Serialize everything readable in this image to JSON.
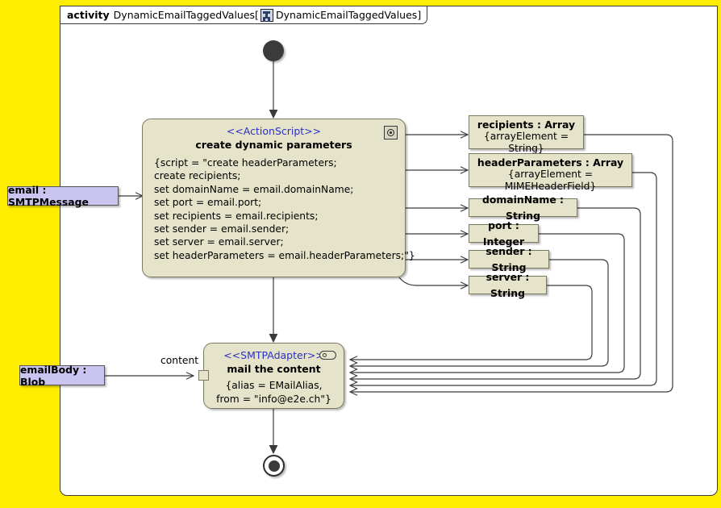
{
  "frame": {
    "keyword": "activity",
    "name": "DynamicEmailTaggedValues",
    "bracket_open": "[",
    "diagram_icon": "activity-diagram-icon",
    "diagram_name": "DynamicEmailTaggedValues",
    "bracket_close": "]"
  },
  "colors": {
    "canvas": "#ffed00",
    "frame_bg": "#ffffff",
    "node_fill": "#e5e3c9",
    "node_border": "#7b7a61",
    "input_pin_fill": "#c9c4f0",
    "stereotype_text": "#2b30c8",
    "edge": "#3a3a3a"
  },
  "nodes": {
    "initial": {
      "name": "initial-node"
    },
    "final": {
      "name": "activity-final-node"
    },
    "create_parameters": {
      "stereotype": "<<ActionScript>>",
      "title": "create dynamic parameters",
      "icon": "script-gear-icon",
      "body": "{script = \"create headerParameters;\ncreate recipients;\nset domainName = email.domainName;\nset port = email.port;\nset recipients = email.recipients;\nset sender = email.sender;\nset server = email.server;\nset headerParameters = email.headerParameters;\"}"
    },
    "mail_content": {
      "stereotype": "<<SMTPAdapter>>",
      "title": "mail the content",
      "icon": "adapter-pill-icon",
      "body": "{alias = EMailAlias,\nfrom = \"info@e2e.ch\"}"
    }
  },
  "inputs": [
    {
      "label": "email : SMTPMessage"
    },
    {
      "label": "emailBody : Blob"
    }
  ],
  "edge_labels": [
    {
      "label": "content"
    }
  ],
  "outputs": [
    {
      "title": "recipients : Array",
      "props": "{arrayElement = String}"
    },
    {
      "title": "headerParameters : Array",
      "props": "{arrayElement = MIMEHeaderField}"
    },
    {
      "title": "domainName : String",
      "props": ""
    },
    {
      "title": "port : Integer",
      "props": ""
    },
    {
      "title": "sender : String",
      "props": ""
    },
    {
      "title": "server : String",
      "props": ""
    }
  ]
}
